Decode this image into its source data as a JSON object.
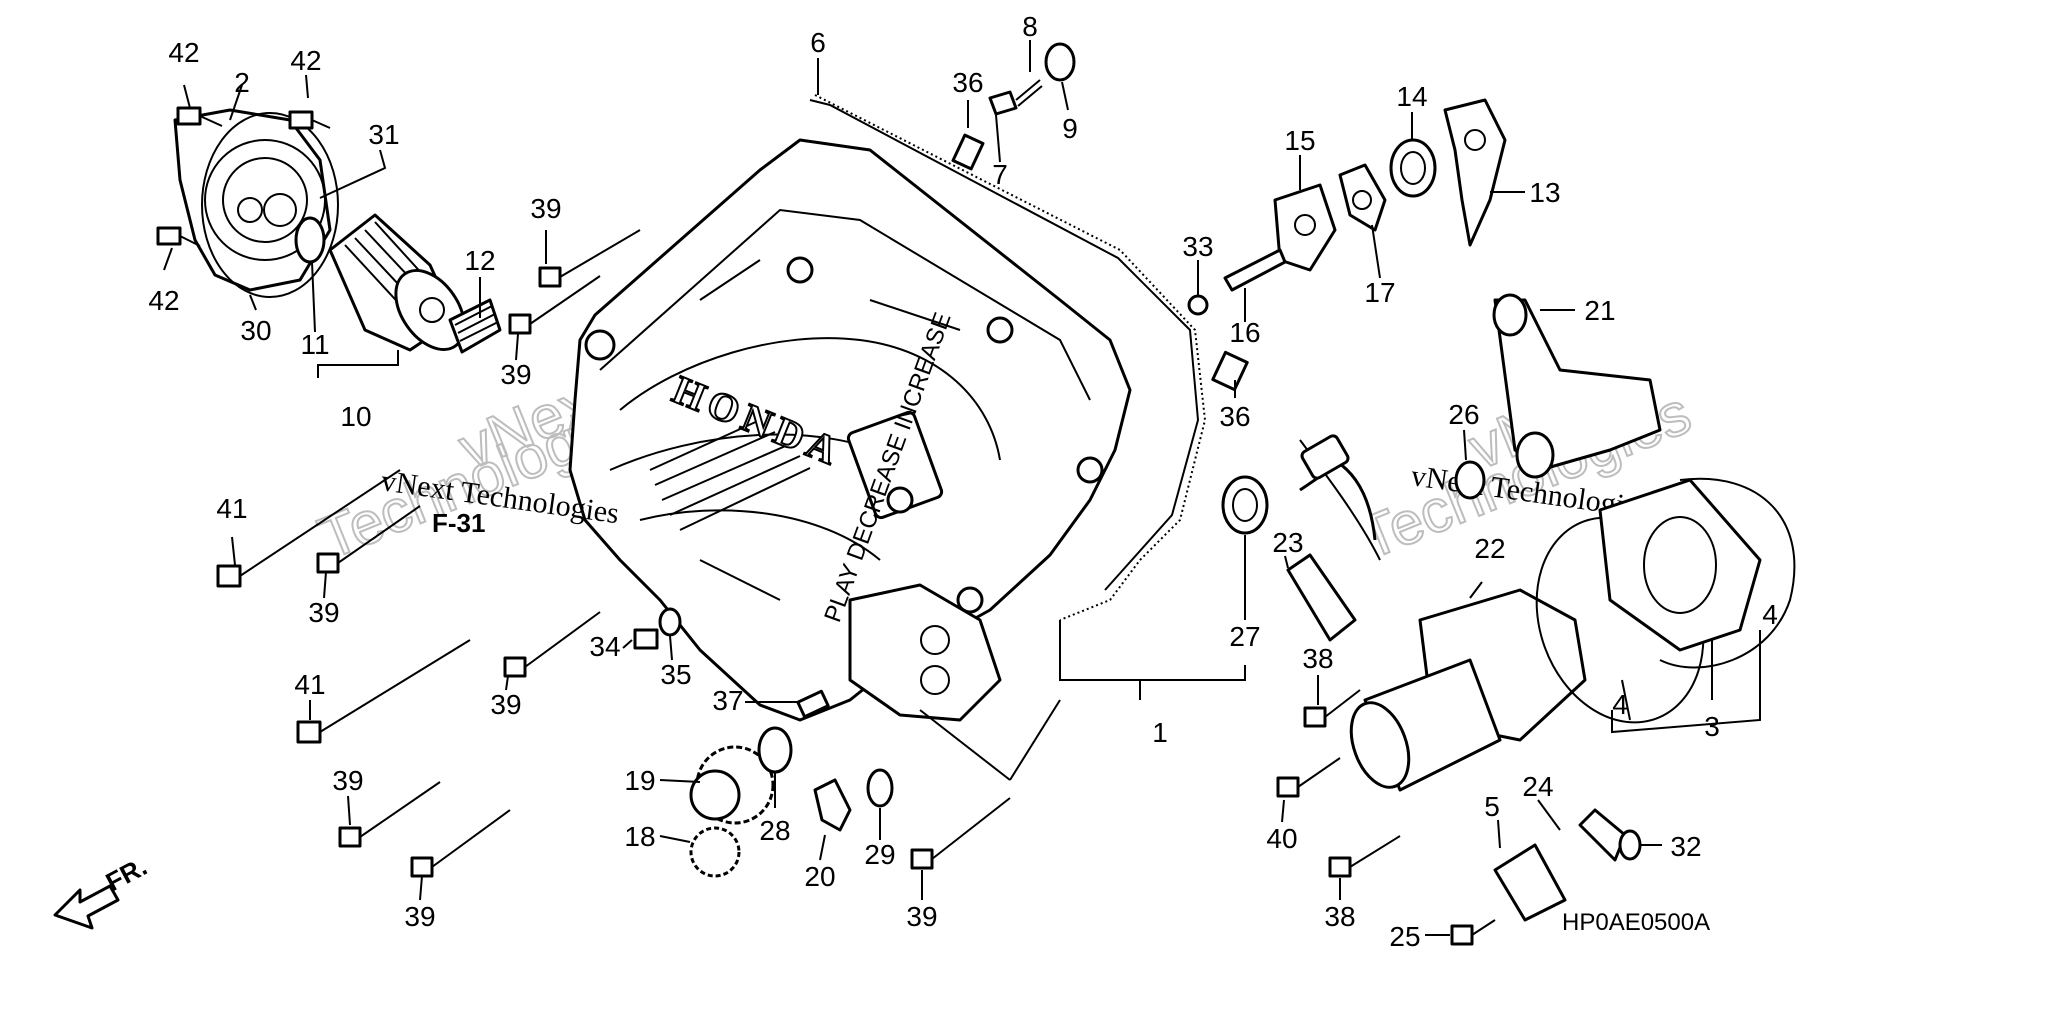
{
  "diagram": {
    "brand": "HONDA",
    "figure_ref": "F-31",
    "direction_label": "FR.",
    "diagram_code": "HP0AE0500A",
    "cover_text": "PLAY DECREASE INCREASE",
    "watermark_small": "vNext Technologies",
    "watermark_large_1": "vNext",
    "watermark_large_2": "Technologies",
    "callouts": [
      {
        "id": "c42a",
        "text": "42"
      },
      {
        "id": "c2",
        "text": "2"
      },
      {
        "id": "c42b",
        "text": "42"
      },
      {
        "id": "c31",
        "text": "31"
      },
      {
        "id": "c42c",
        "text": "42"
      },
      {
        "id": "c30",
        "text": "30"
      },
      {
        "id": "c11",
        "text": "11"
      },
      {
        "id": "c10",
        "text": "10"
      },
      {
        "id": "c12",
        "text": "12"
      },
      {
        "id": "c39a",
        "text": "39"
      },
      {
        "id": "c39b",
        "text": "39"
      },
      {
        "id": "c6",
        "text": "6"
      },
      {
        "id": "c36a",
        "text": "36"
      },
      {
        "id": "c7",
        "text": "7"
      },
      {
        "id": "c8",
        "text": "8"
      },
      {
        "id": "c9",
        "text": "9"
      },
      {
        "id": "c15",
        "text": "15"
      },
      {
        "id": "c14",
        "text": "14"
      },
      {
        "id": "c13",
        "text": "13"
      },
      {
        "id": "c33",
        "text": "33"
      },
      {
        "id": "c16",
        "text": "16"
      },
      {
        "id": "c17",
        "text": "17"
      },
      {
        "id": "c36b",
        "text": "36"
      },
      {
        "id": "c21",
        "text": "21"
      },
      {
        "id": "c26",
        "text": "26"
      },
      {
        "id": "c41a",
        "text": "41"
      },
      {
        "id": "c39c",
        "text": "39"
      },
      {
        "id": "c41b",
        "text": "41"
      },
      {
        "id": "c34",
        "text": "34"
      },
      {
        "id": "c35",
        "text": "35"
      },
      {
        "id": "c39d",
        "text": "39"
      },
      {
        "id": "c37",
        "text": "37"
      },
      {
        "id": "c27",
        "text": "27"
      },
      {
        "id": "c1",
        "text": "1"
      },
      {
        "id": "c23",
        "text": "23"
      },
      {
        "id": "c22",
        "text": "22"
      },
      {
        "id": "c38a",
        "text": "38"
      },
      {
        "id": "c4a",
        "text": "4"
      },
      {
        "id": "c4b",
        "text": "4"
      },
      {
        "id": "c3",
        "text": "3"
      },
      {
        "id": "c39e",
        "text": "39"
      },
      {
        "id": "c19",
        "text": "19"
      },
      {
        "id": "c28",
        "text": "28"
      },
      {
        "id": "c18",
        "text": "18"
      },
      {
        "id": "c20",
        "text": "20"
      },
      {
        "id": "c29",
        "text": "29"
      },
      {
        "id": "c39f",
        "text": "39"
      },
      {
        "id": "c39g",
        "text": "39"
      },
      {
        "id": "c40",
        "text": "40"
      },
      {
        "id": "c38b",
        "text": "38"
      },
      {
        "id": "c5",
        "text": "5"
      },
      {
        "id": "c24",
        "text": "24"
      },
      {
        "id": "c32",
        "text": "32"
      },
      {
        "id": "c25",
        "text": "25"
      }
    ]
  }
}
